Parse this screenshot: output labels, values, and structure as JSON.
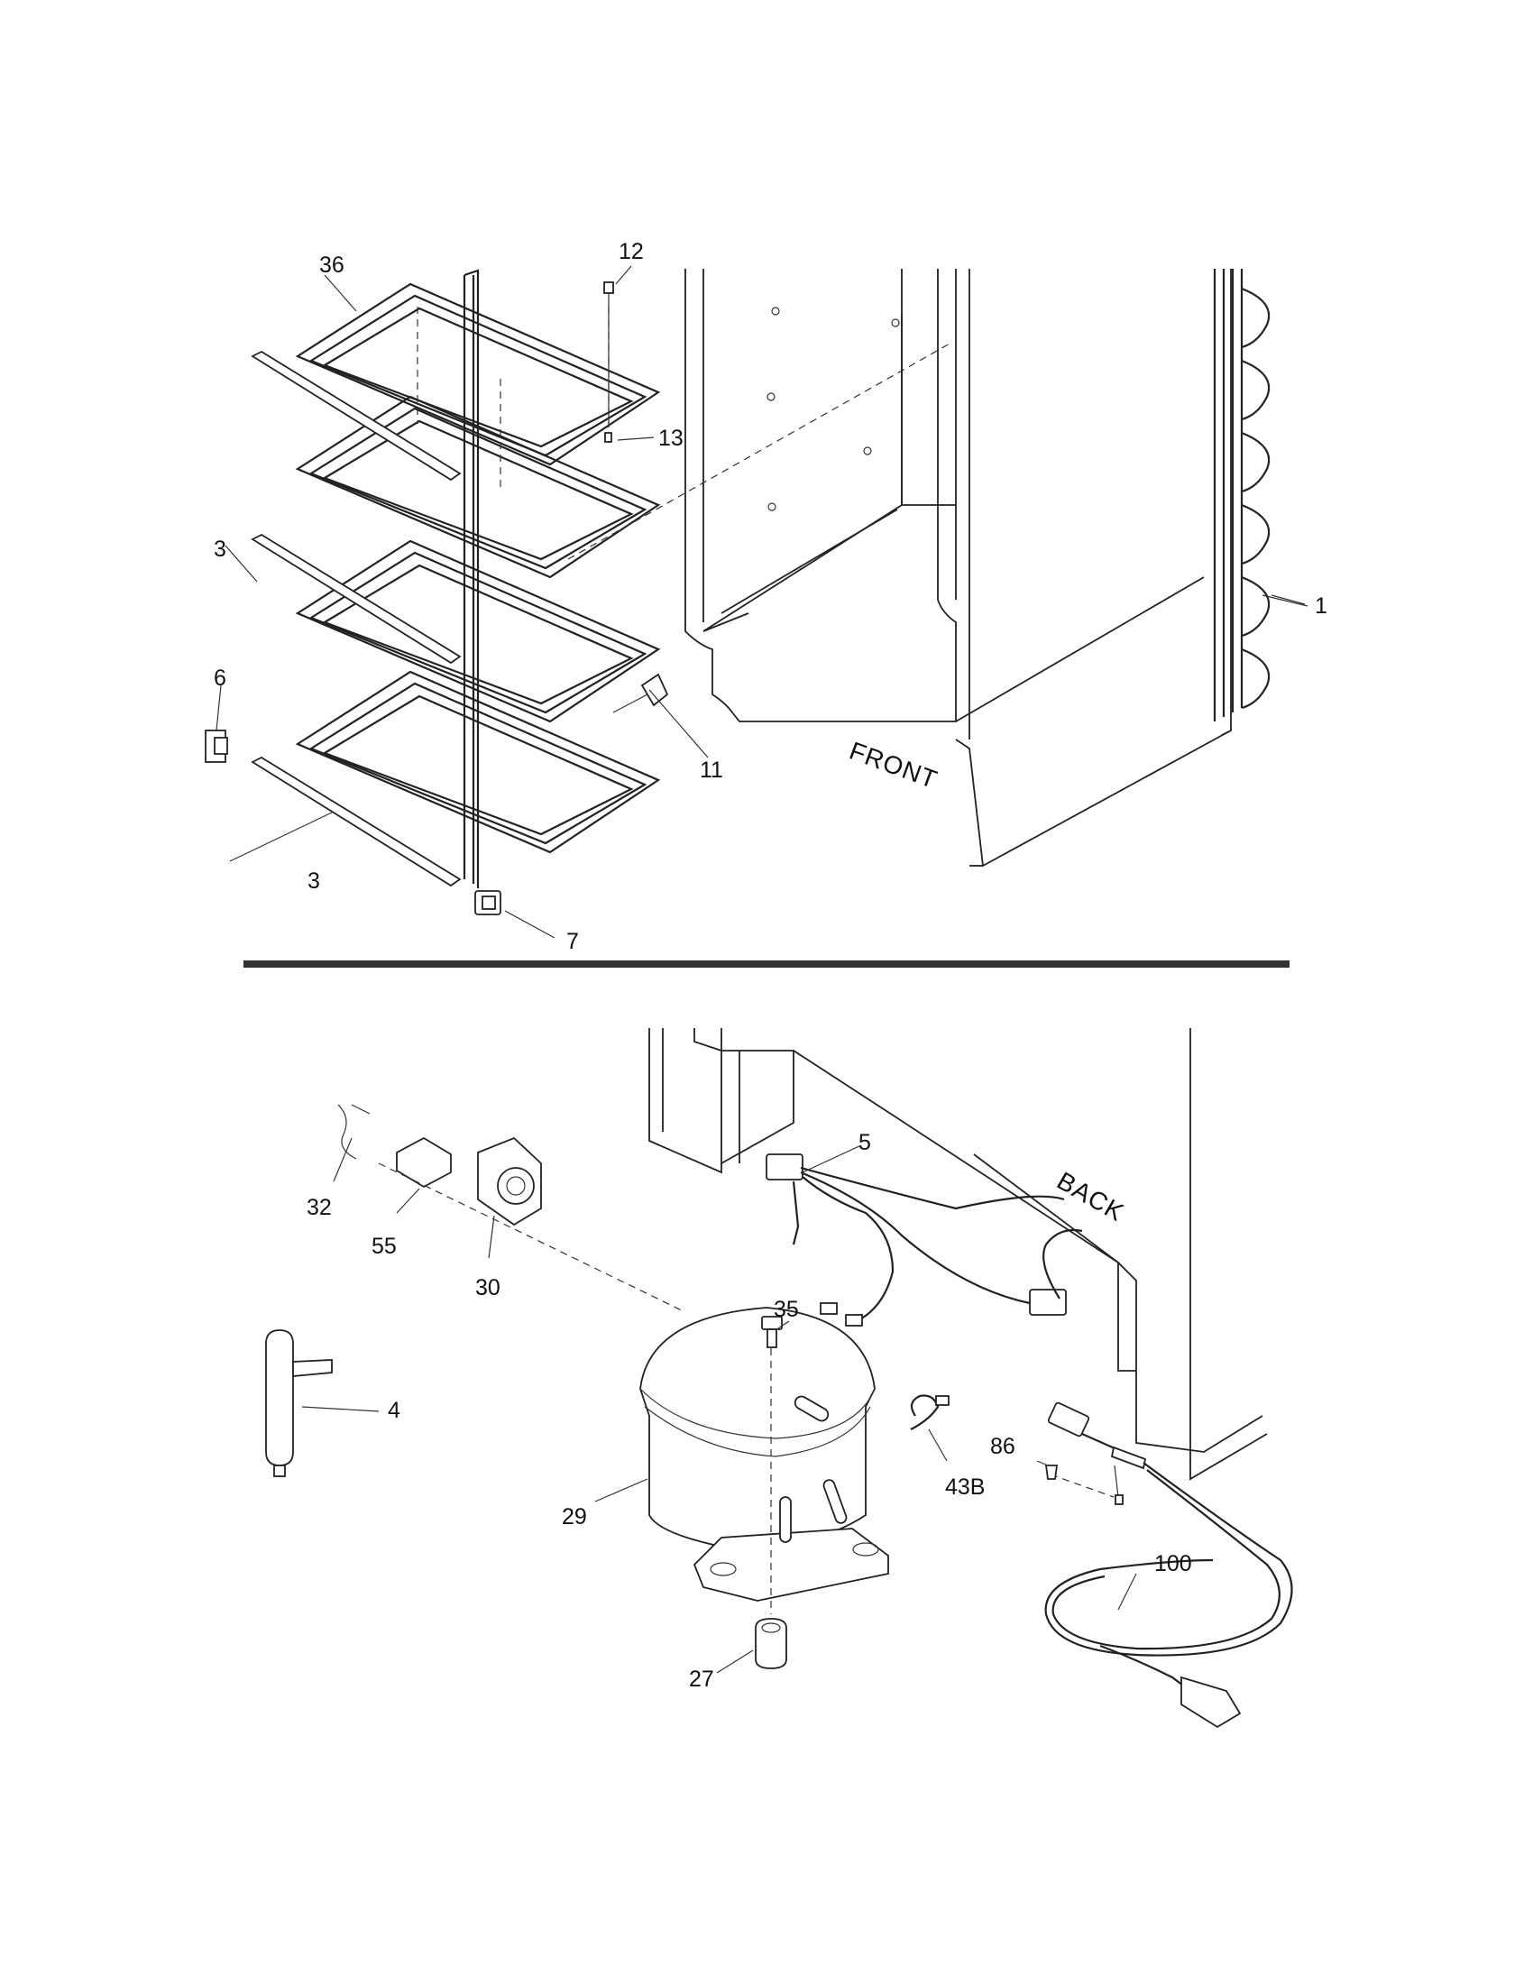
{
  "diagram": {
    "callouts": {
      "c1": "1",
      "c3a": "3",
      "c3b": "3",
      "c4": "4",
      "c5": "5",
      "c6": "6",
      "c7": "7",
      "c11": "11",
      "c12": "12",
      "c13": "13",
      "c27": "27",
      "c29": "29",
      "c30": "30",
      "c32": "32",
      "c35": "35",
      "c36": "36",
      "c43b": "43B",
      "c55": "55",
      "c86": "86",
      "c100": "100"
    },
    "front_label": "FRONT",
    "back_label": "BACK"
  }
}
